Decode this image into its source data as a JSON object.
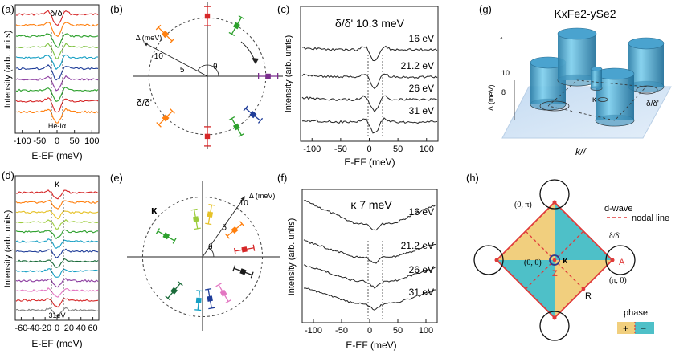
{
  "figure": {
    "panel_labels": [
      "(a)",
      "(b)",
      "(c)",
      "(d)",
      "(e)",
      "(f)",
      "(g)",
      "(h)"
    ]
  },
  "chart_data": [
    {
      "panel": "a",
      "type": "line",
      "annotation": "δ/δ'",
      "bottom_annotation": "He-Iα",
      "xlabel": "E-EF (meV)",
      "ylabel": "Intensity (arb. units)",
      "xlim": [
        -120,
        120
      ],
      "xticks": [
        -100,
        -50,
        0,
        50,
        100
      ],
      "series_colors": [
        "#d62728",
        "#ff7f0e",
        "#2ca02c",
        "#7fc241",
        "#17a0c4",
        "#1f3d99",
        "#8c3ca0",
        "#2ca02c",
        "#d62728",
        "#ff7f0e"
      ]
    },
    {
      "panel": "b",
      "type": "scatter",
      "annotation": "δ/δ'",
      "radial_label": "Δ (meV)",
      "radial_ticks": [
        5,
        10
      ],
      "angle_label": "θ",
      "points": [
        {
          "angle": 90,
          "gap": 10.3,
          "color": "#d62728"
        },
        {
          "angle": 60,
          "gap": 10.0,
          "color": "#2ca02c"
        },
        {
          "angle": 135,
          "gap": 10.2,
          "color": "#ff7f0e"
        },
        {
          "angle": 0,
          "gap": 10.4,
          "color": "#7b2d8e"
        },
        {
          "angle": 225,
          "gap": 10.1,
          "color": "#ff7f0e"
        },
        {
          "angle": 270,
          "gap": 10.3,
          "color": "#d62728"
        },
        {
          "angle": 300,
          "gap": 10.0,
          "color": "#2ca02c"
        },
        {
          "angle": 320,
          "gap": 10.2,
          "color": "#1f3d99"
        }
      ]
    },
    {
      "panel": "c",
      "type": "line",
      "title": "δ/δ' 10.3 meV",
      "xlabel": "E-EF (meV)",
      "ylabel": "Intensity (arb. units)",
      "xlim": [
        -120,
        120
      ],
      "xticks": [
        -100,
        -50,
        0,
        50,
        100
      ],
      "series": [
        {
          "name": "16 eV"
        },
        {
          "name": "21.2 eV"
        },
        {
          "name": "26 eV"
        },
        {
          "name": "31 eV"
        }
      ]
    },
    {
      "panel": "d",
      "type": "line",
      "annotation": "κ",
      "bottom_annotation": "31eV",
      "xlabel": "E-EF (meV)",
      "ylabel": "Intensity (arb. units)",
      "xlim": [
        -70,
        70
      ],
      "xticks": [
        -60,
        -40,
        -20,
        0,
        20,
        40,
        60
      ],
      "series_colors": [
        "#d62728",
        "#ff7f0e",
        "#e6c229",
        "#9ccc3c",
        "#2ca02c",
        "#17a0c4",
        "#1f3d99",
        "#1a6b3a",
        "#17a0c4",
        "#8c3ca0",
        "#e377c2",
        "#d62728",
        "#7f7f7f"
      ]
    },
    {
      "panel": "e",
      "type": "scatter",
      "annotation": "κ",
      "radial_label": "Δ (meV)",
      "radial_ticks": [
        5,
        10
      ],
      "angle_label": "θ",
      "points": [
        {
          "angle": 80,
          "gap": 7.2,
          "color": "#e6c229"
        },
        {
          "angle": 100,
          "gap": 6.4,
          "color": "#9ccc3c"
        },
        {
          "angle": 40,
          "gap": 7.0,
          "color": "#ff7f0e"
        },
        {
          "angle": 10,
          "gap": 7.1,
          "color": "#d62728"
        },
        {
          "angle": 150,
          "gap": 7.0,
          "color": "#2ca02c"
        },
        {
          "angle": 340,
          "gap": 7.2,
          "color": "#1a1a1a"
        },
        {
          "angle": 230,
          "gap": 7.4,
          "color": "#1a6b3a"
        },
        {
          "angle": 265,
          "gap": 7.3,
          "color": "#17a0c4"
        },
        {
          "angle": 280,
          "gap": 7.1,
          "color": "#1f3d99"
        },
        {
          "angle": 300,
          "gap": 7.0,
          "color": "#e377c2"
        }
      ]
    },
    {
      "panel": "f",
      "type": "line",
      "title": "κ 7 meV",
      "xlabel": "E-EF (meV)",
      "ylabel": "Intensity (arb. units)",
      "xlim": [
        -120,
        120
      ],
      "xticks": [
        -100,
        -50,
        0,
        50,
        100
      ],
      "series": [
        {
          "name": "16 eV"
        },
        {
          "name": "21.2 eV"
        },
        {
          "name": "26 eV"
        },
        {
          "name": "31 eV"
        }
      ]
    }
  ],
  "panel_g": {
    "title": "KxFe2-ySe2",
    "zlabel": "Δ (meV)",
    "zticks": [
      "10",
      "8"
    ],
    "labels": {
      "kappa": "κ",
      "delta": "δ/δ'",
      "k": "k//"
    }
  },
  "panel_h": {
    "legend_dwave": "d-wave",
    "legend_nodal": "nodal line",
    "labels": {
      "top": "(0, π)",
      "center": "(0, 0)",
      "kappa": "κ",
      "Z": "Z",
      "A": "A",
      "pi0": "(π, 0)",
      "R": "R",
      "delta": "δ/δ'"
    },
    "phase_label": "phase",
    "phase_plus": "+",
    "phase_minus": "−",
    "colors": {
      "yellow": "#f1cf7e",
      "cyan": "#4ec0c8",
      "red": "#e03a3a"
    }
  }
}
